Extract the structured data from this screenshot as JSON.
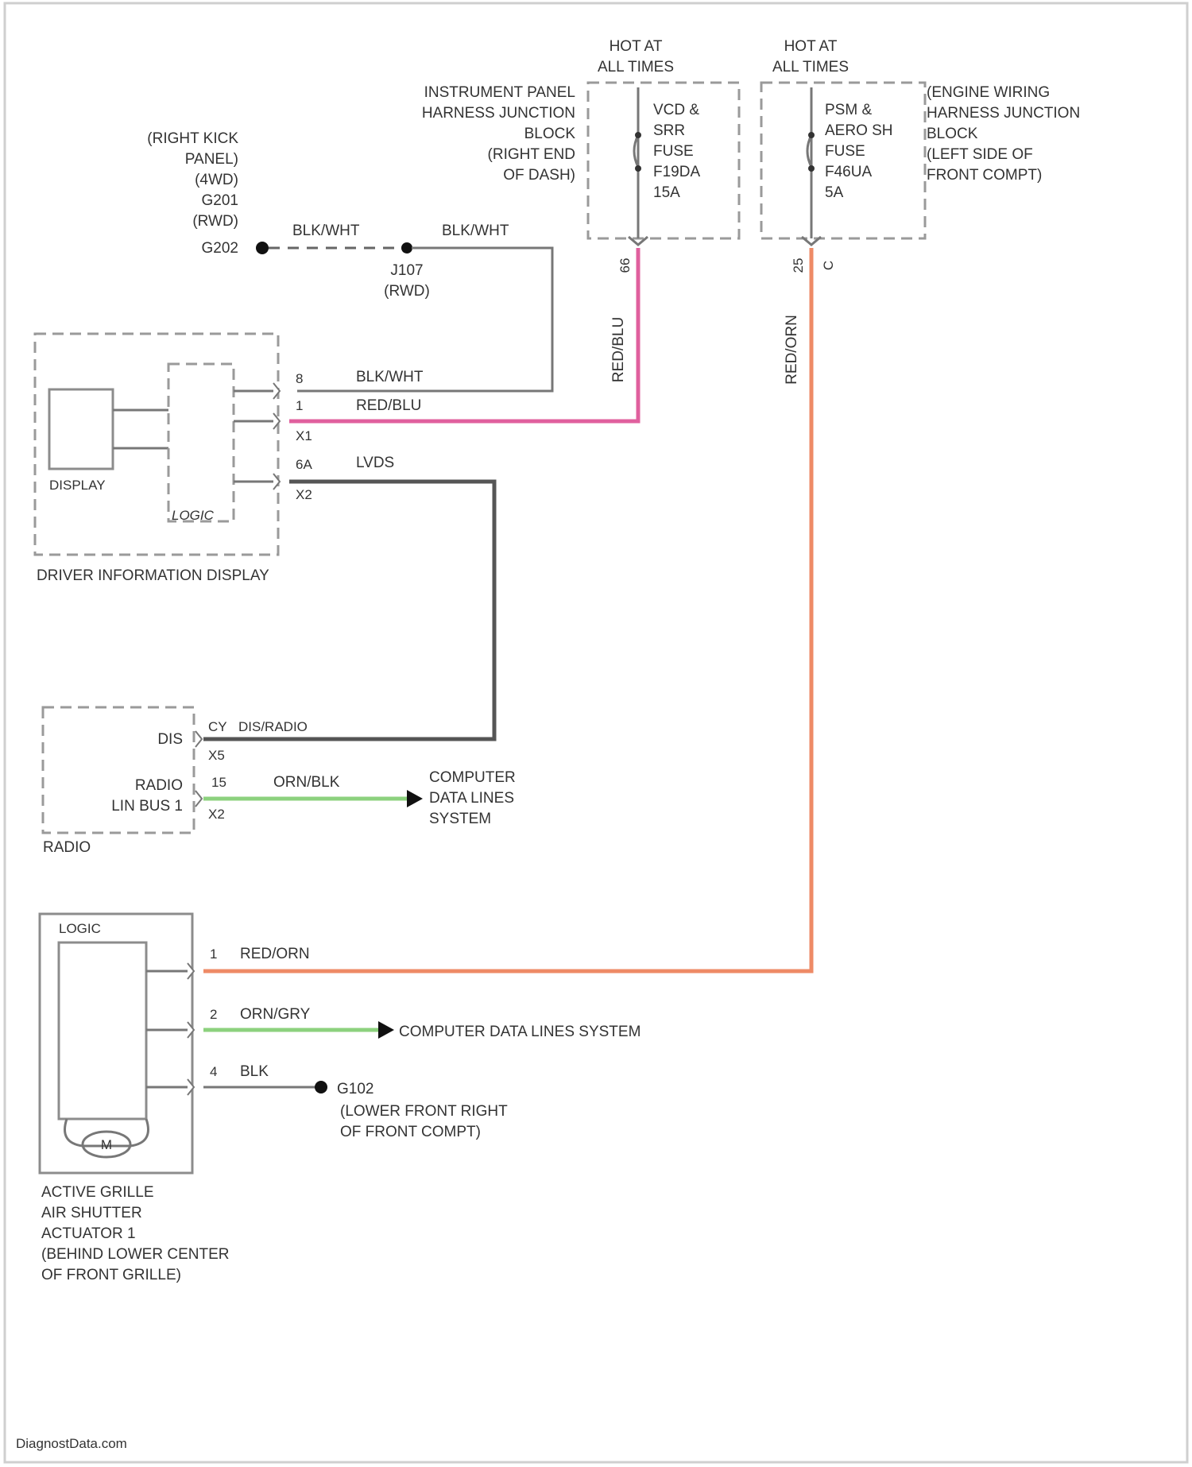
{
  "hot_at_all_times_1": {
    "line1": "HOT AT",
    "line2": "ALL TIMES"
  },
  "hot_at_all_times_2": {
    "line1": "HOT AT",
    "line2": "ALL TIMES"
  },
  "ip_junction_block": {
    "lines": [
      "INSTRUMENT PANEL",
      "HARNESS JUNCTION",
      "BLOCK",
      "(RIGHT END",
      "OF DASH)"
    ]
  },
  "fuse_f19da": {
    "lines": [
      "VCD &",
      "SRR",
      "FUSE",
      "F19DA",
      "15A"
    ]
  },
  "engine_junction_block": {
    "lines": [
      "(ENGINE WIRING",
      "HARNESS JUNCTION",
      "BLOCK",
      "(LEFT SIDE OF",
      "FRONT COMPT)"
    ]
  },
  "fuse_f46ua": {
    "lines": [
      "PSM &",
      "AERO SH",
      "FUSE",
      "F46UA",
      "5A"
    ]
  },
  "ground_g202": {
    "lines": [
      "(RIGHT KICK",
      "PANEL)",
      "(4WD)",
      "G201",
      "(RWD)",
      "G202"
    ]
  },
  "splice_j107": {
    "lines": [
      "J107",
      "(RWD)"
    ]
  },
  "wires": {
    "blk_wht_left": "BLK/WHT",
    "blk_wht_right": "BLK/WHT",
    "red_blu_vertical": "RED/BLU",
    "red_org_vertical": "RED/ORN",
    "fuse1_pin": "66",
    "fuse2_pin_a": "25",
    "fuse2_pin_b": "C"
  },
  "driver_info_display": {
    "title": "DRIVER INFORMATION DISPLAY",
    "display_label": "DISPLAY",
    "logic_label": "LOGIC",
    "rows": [
      {
        "pin": "8",
        "wire": "BLK/WHT"
      },
      {
        "pin": "1",
        "wire": "RED/BLU",
        "connector": "X1"
      },
      {
        "pin": "6A",
        "wire": "LVDS",
        "connector": "X2"
      }
    ]
  },
  "radio": {
    "title": "RADIO",
    "dis_label": "DIS",
    "radio_lin_label_1": "RADIO",
    "radio_lin_label_2": "LIN BUS 1",
    "rows": [
      {
        "pin": "CY",
        "wire": "DIS/RADIO",
        "connector": "X5"
      },
      {
        "pin": "15",
        "wire": "ORN/BLK",
        "connector": "X2"
      }
    ],
    "destination": [
      "COMPUTER",
      "DATA LINES",
      "SYSTEM"
    ]
  },
  "actuator": {
    "logic_label": "LOGIC",
    "motor_label": "M",
    "title_lines": [
      "ACTIVE GRILLE",
      "AIR SHUTTER",
      "ACTUATOR 1",
      "(BEHIND LOWER CENTER",
      "OF FRONT GRILLE)"
    ],
    "rows": [
      {
        "pin": "1",
        "wire": "RED/ORN"
      },
      {
        "pin": "2",
        "wire": "ORN/GRY",
        "destination": "COMPUTER DATA LINES SYSTEM"
      },
      {
        "pin": "4",
        "wire": "BLK",
        "ground": "G102"
      }
    ],
    "ground_location": [
      "(LOWER FRONT RIGHT",
      "OF FRONT COMPT)"
    ]
  },
  "footer": {
    "watermark": "DiagnostData.com"
  }
}
